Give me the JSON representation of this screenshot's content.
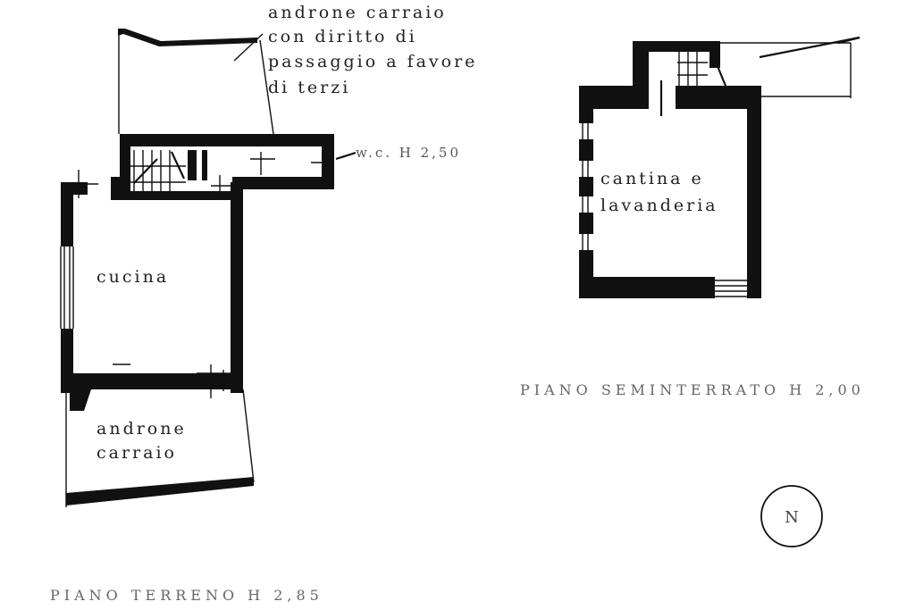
{
  "ground_floor": {
    "title": "PIANO TERRENO H 2,85",
    "rooms": {
      "top_passage": [
        "androne carraio",
        "con diritto di",
        "passaggio a favore",
        "di terzi"
      ],
      "wc": "w.c. H 2,50",
      "kitchen": "cucina",
      "bottom_passage": [
        "androne",
        "carraio"
      ]
    }
  },
  "basement": {
    "title": "PIANO SEMINTERRATO H 2,00",
    "room": [
      "cantina e",
      "lavanderia"
    ]
  },
  "north_mark": "N"
}
